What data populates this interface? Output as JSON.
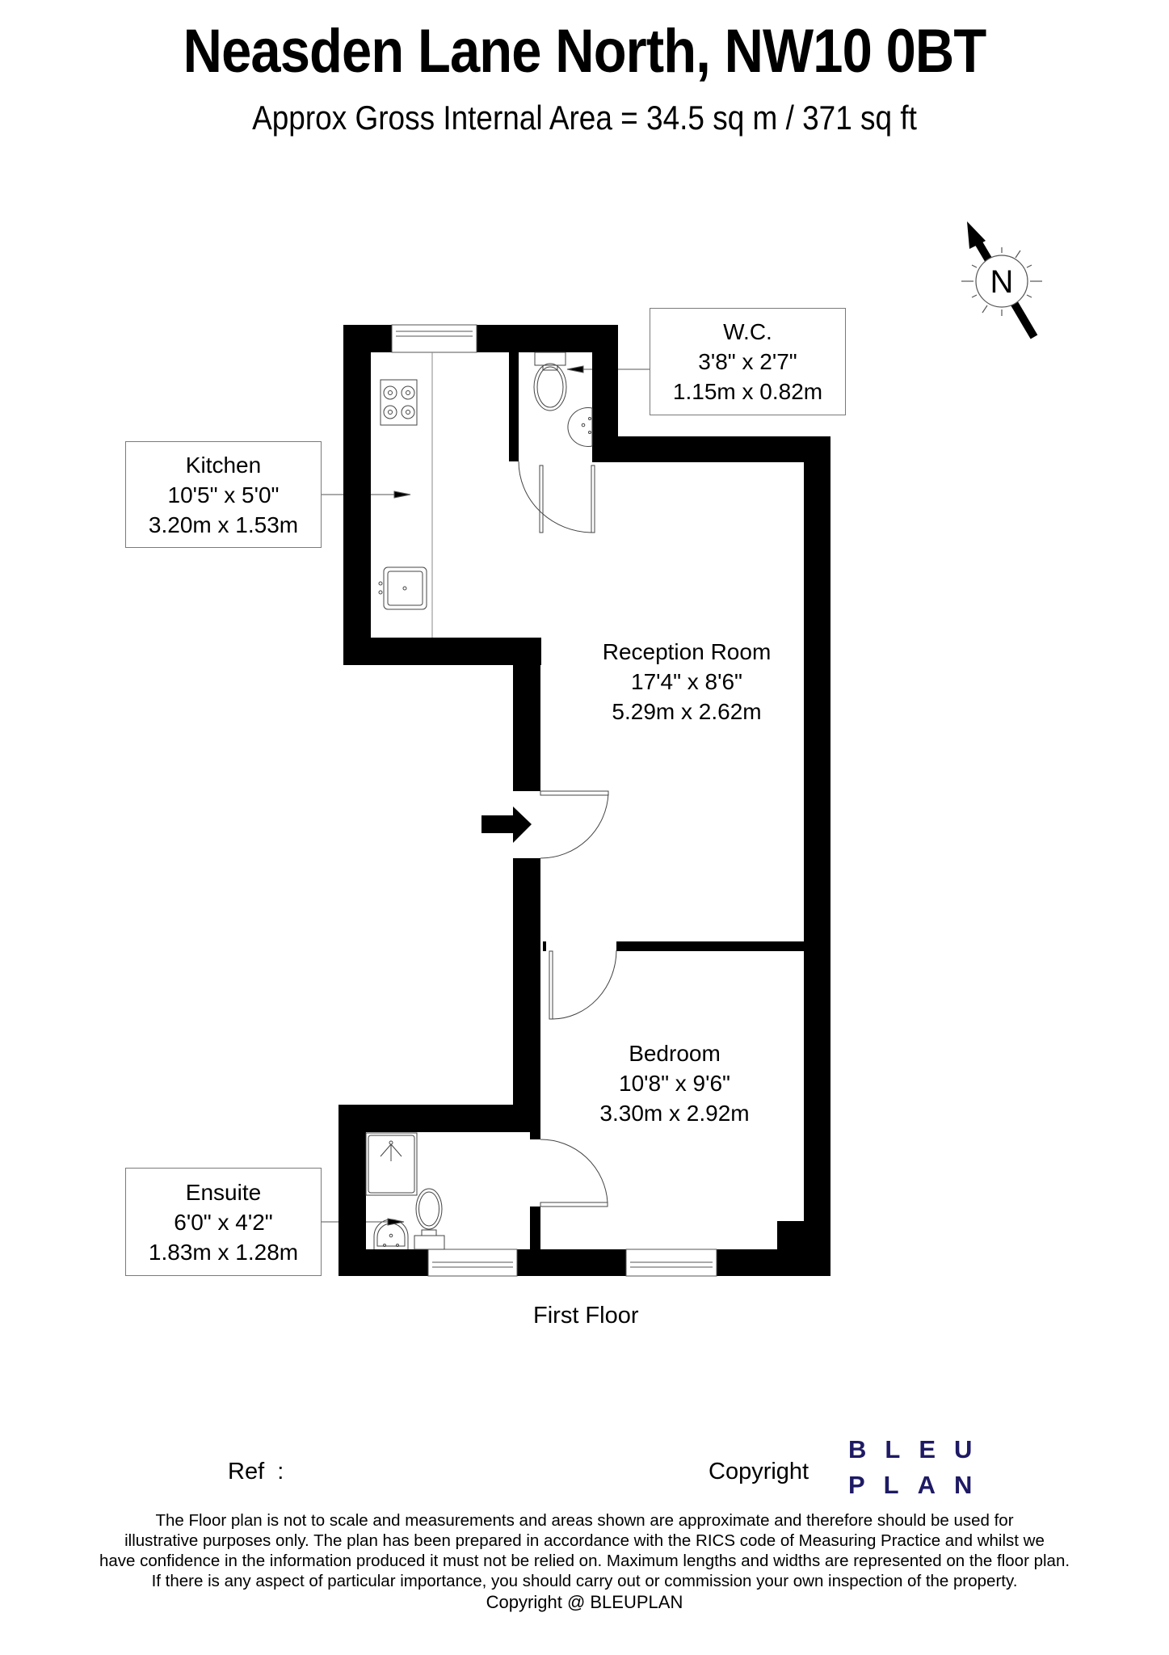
{
  "header": {
    "title": "Neasden Lane North, NW10 0BT",
    "subtitle": "Approx Gross Internal Area = 34.5 sq m / 371 sq ft"
  },
  "compass": {
    "letter": "N",
    "icon": "north-arrow-icon"
  },
  "rooms": {
    "kitchen": {
      "name": "Kitchen",
      "imperial": "10'5\" x 5'0\"",
      "metric": "3.20m x 1.53m"
    },
    "wc": {
      "name": "W.C.",
      "imperial": "3'8\" x 2'7\"",
      "metric": "1.15m x 0.82m"
    },
    "reception": {
      "name": "Reception Room",
      "imperial": "17'4\" x 8'6\"",
      "metric": "5.29m x 2.62m"
    },
    "bedroom": {
      "name": "Bedroom",
      "imperial": "10'8\" x 9'6\"",
      "metric": "3.30m x 2.92m"
    },
    "ensuite": {
      "name": "Ensuite",
      "imperial": "6'0\" x 4'2\"",
      "metric": "1.83m x 1.28m"
    }
  },
  "floor_label": "First Floor",
  "footer": {
    "ref_label": "Ref  :",
    "copyright_label": "Copyright",
    "brand_line1": "BLEU",
    "brand_line2": "PLAN",
    "brand_color": "#1e1a64",
    "disclaimer": [
      "The Floor plan is not to scale and measurements and areas shown are approximate and therefore should be used for",
      "illustrative purposes only. The plan has been prepared in accordance with the RICS code of Measuring Practice and whilst we",
      "have confidence in the information produced it must not be relied on. Maximum lengths and widths are represented on the floor plan.",
      "If there is any aspect of particular importance, you should carry out or commission your own inspection of the property."
    ],
    "copyright_line": "Copyright @ BLEUPLAN"
  }
}
